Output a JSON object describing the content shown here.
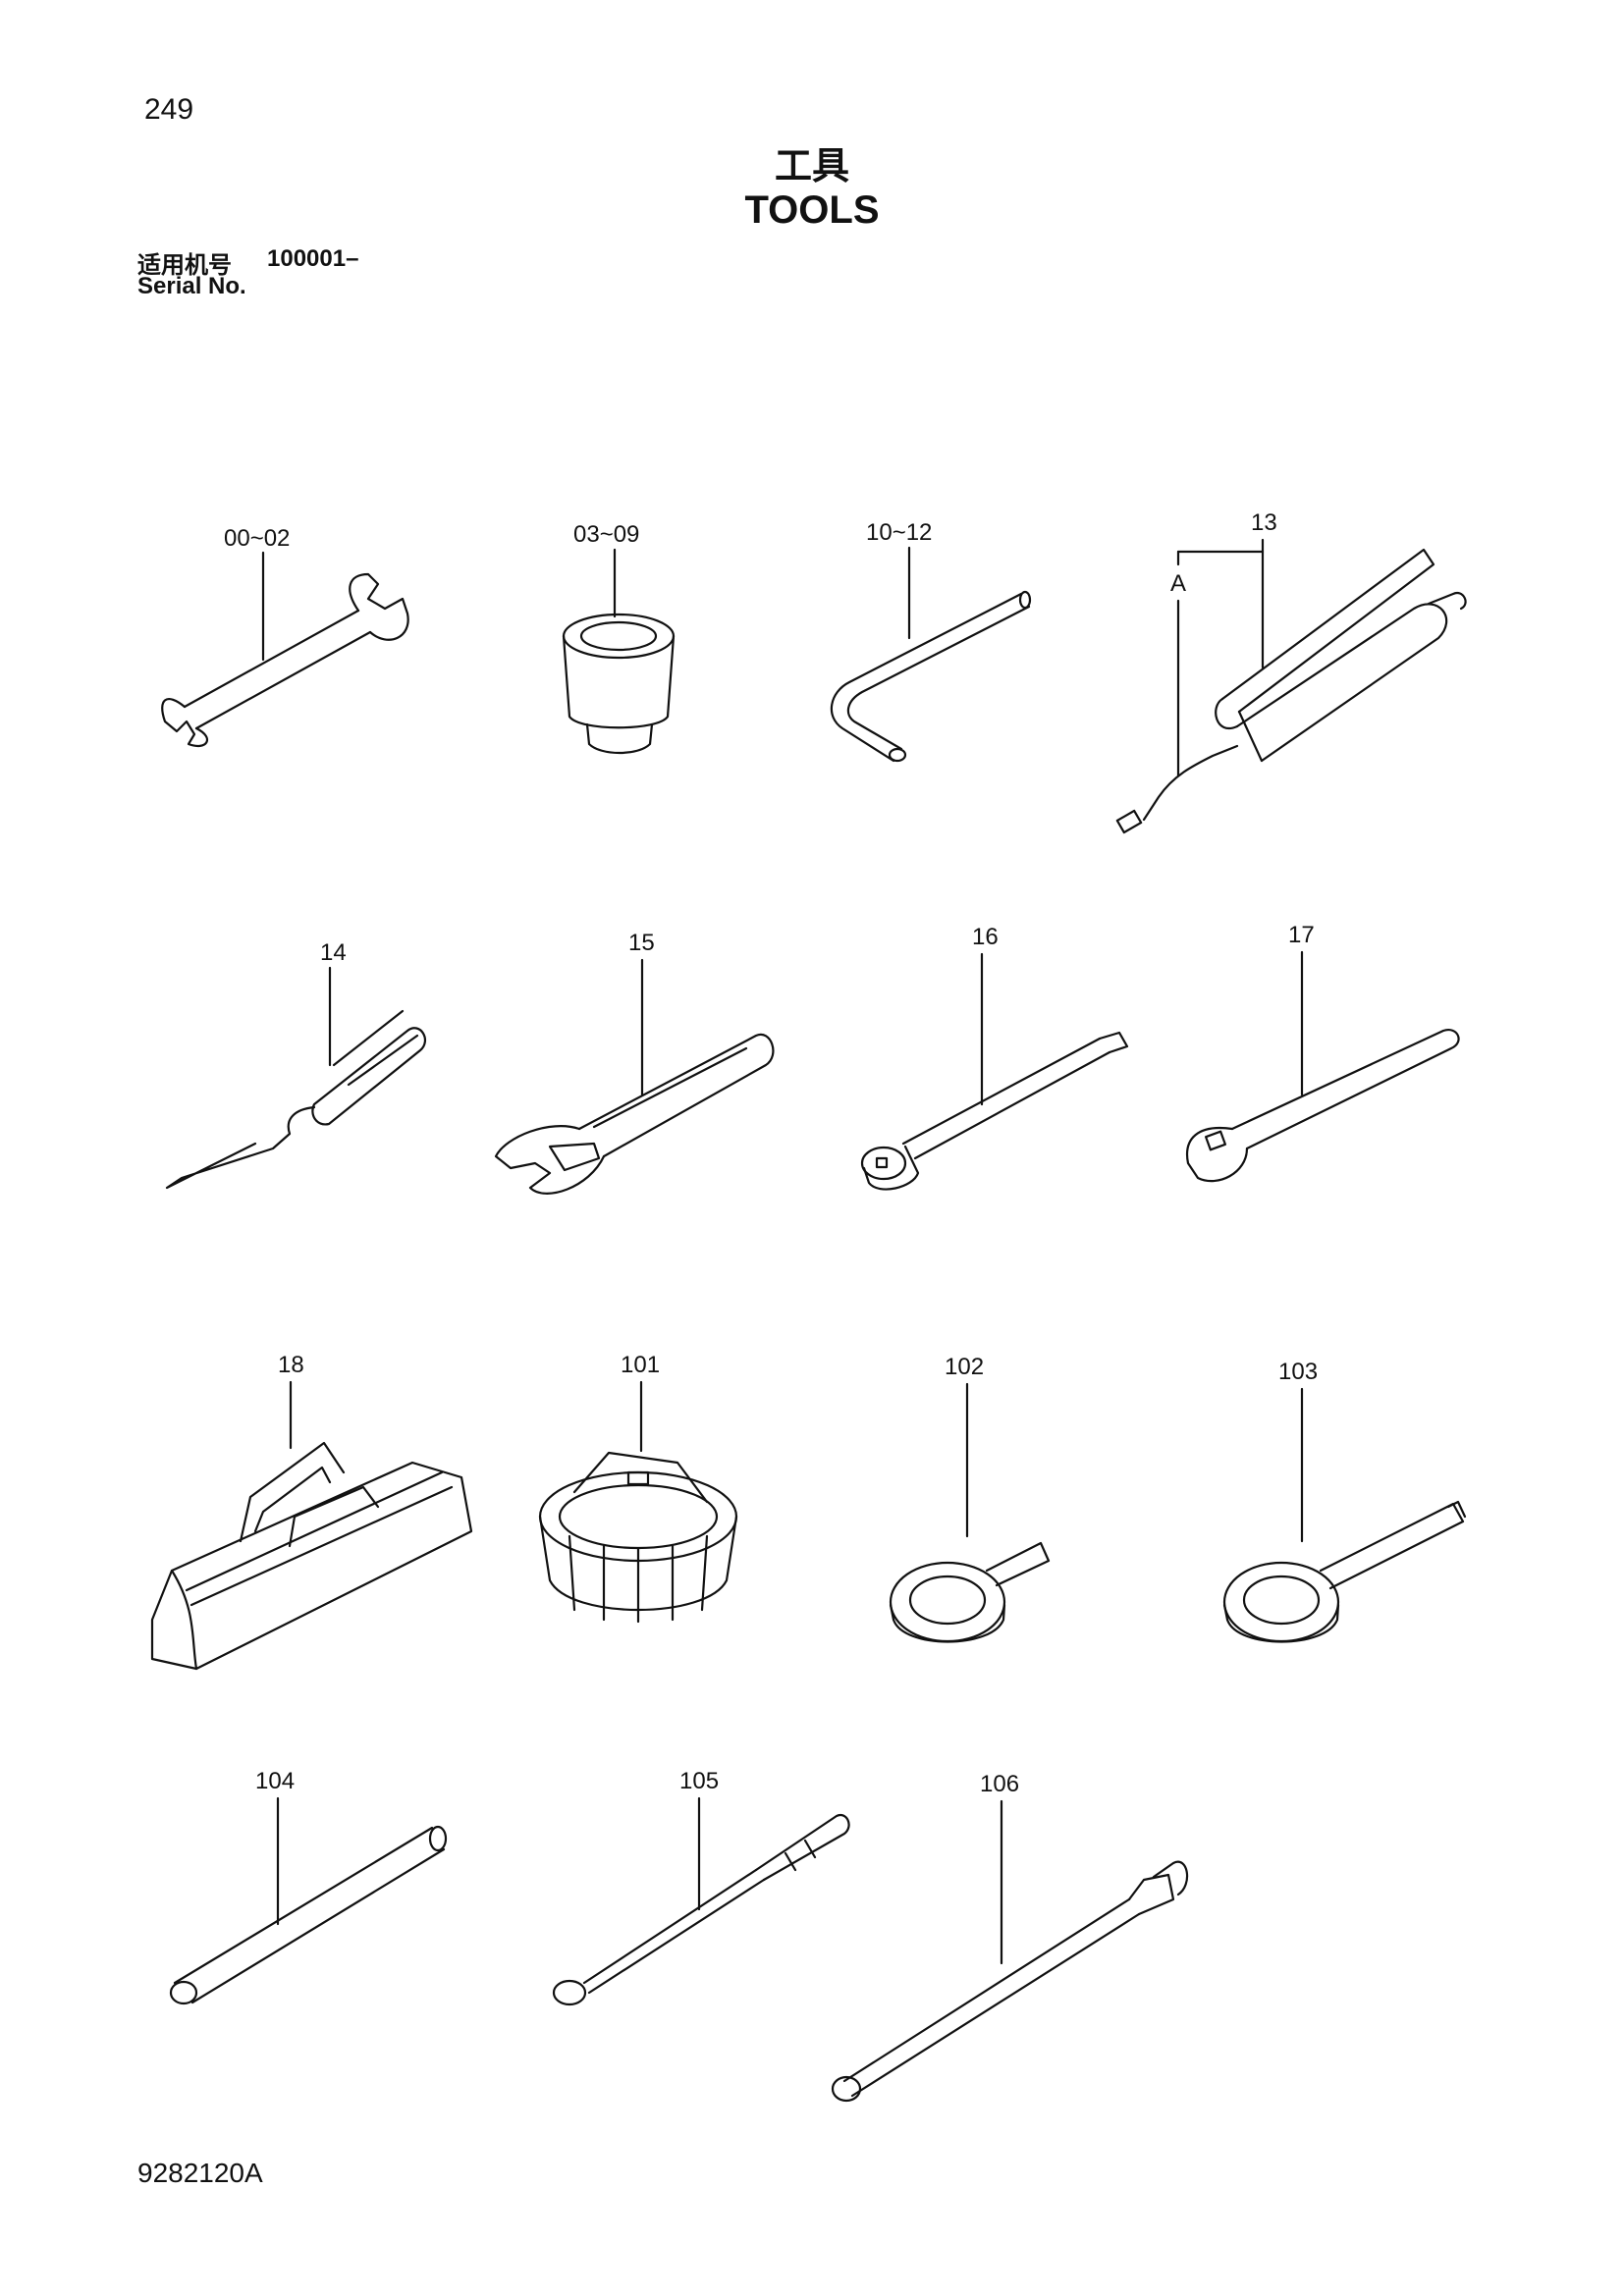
{
  "page": {
    "page_number": "249",
    "title_cn": "工具",
    "title_en": "TOOLS",
    "serial_label_cn": "适用机号",
    "serial_value": "100001–",
    "serial_label_en": "Serial No.",
    "doc_code": "9282120A"
  },
  "callouts": {
    "c00_02": "00~02",
    "c03_09": "03~09",
    "c10_12": "10~12",
    "c13": "13",
    "c13_a": "A",
    "c14": "14",
    "c15": "15",
    "c16": "16",
    "c17": "17",
    "c18": "18",
    "c101": "101",
    "c102": "102",
    "c103": "103",
    "c104": "104",
    "c105": "105",
    "c106": "106"
  }
}
